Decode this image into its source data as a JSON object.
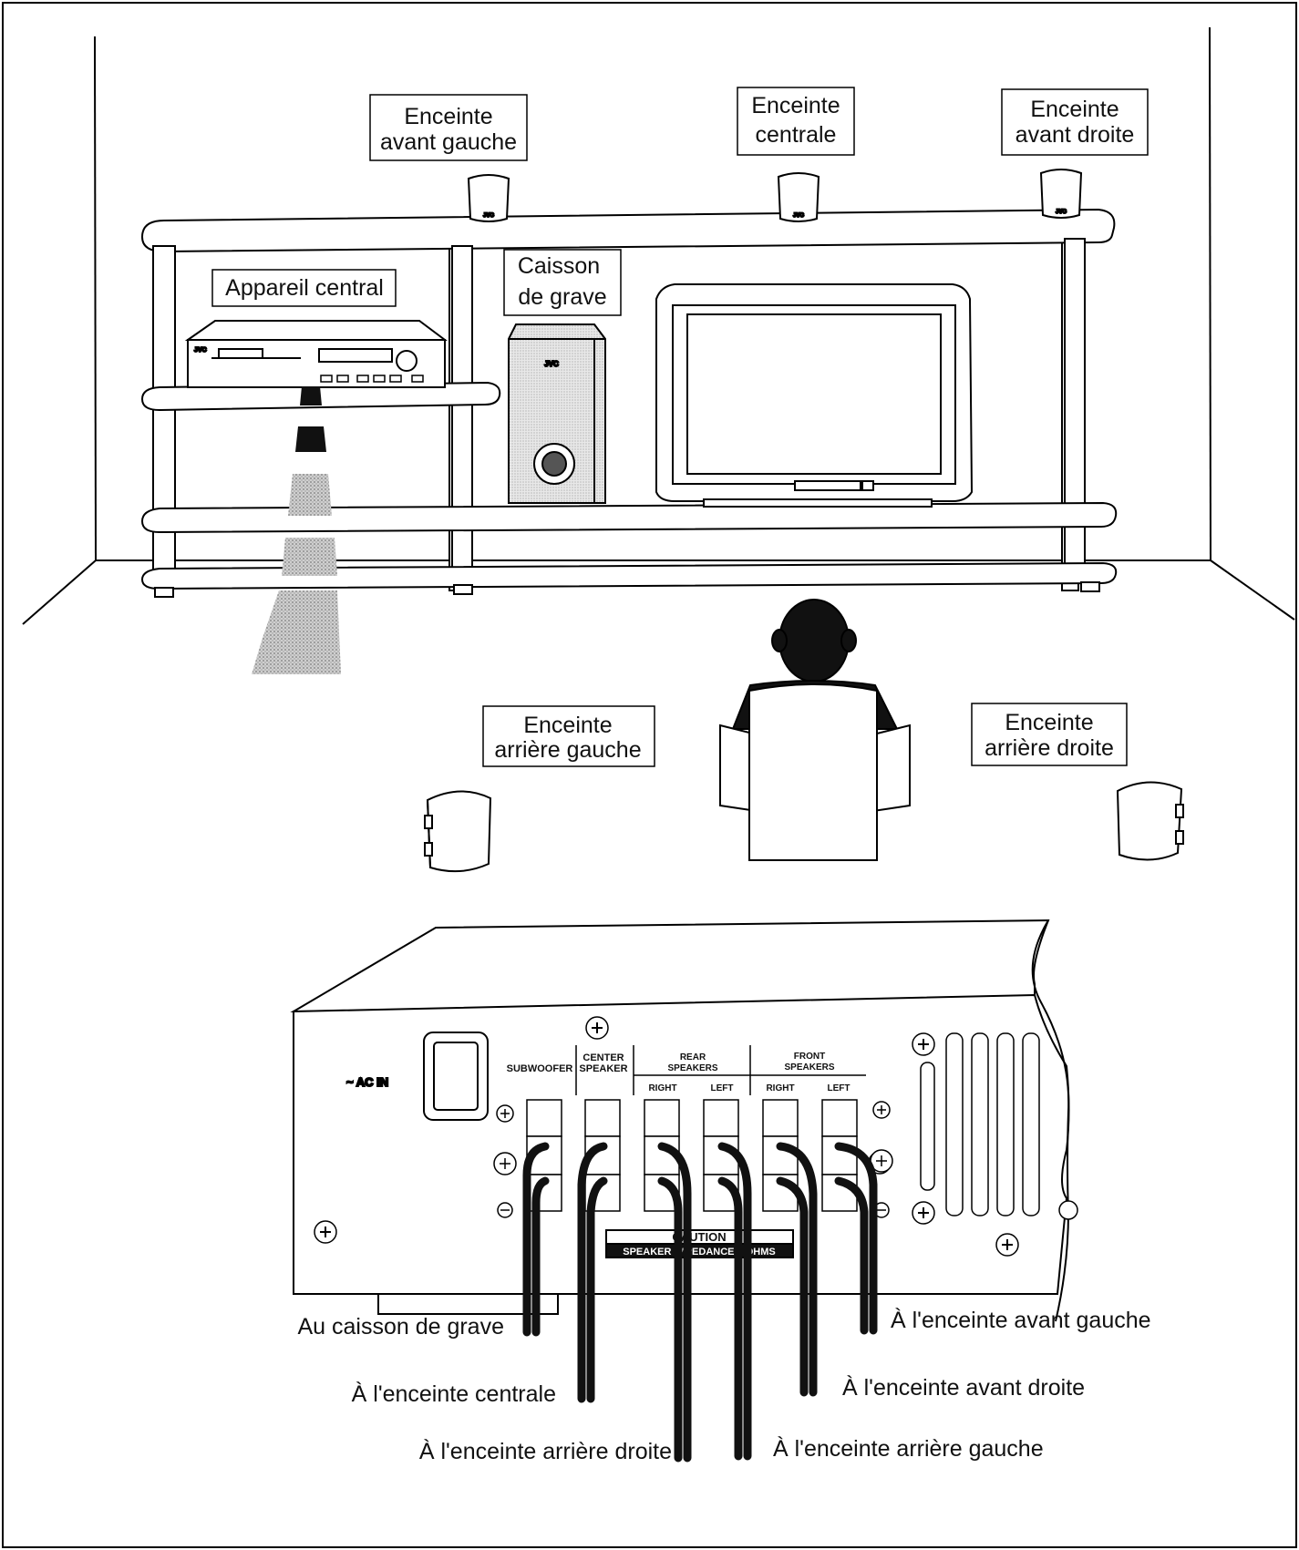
{
  "room_labels": {
    "front_left": [
      "Enceinte",
      "avant gauche"
    ],
    "center": [
      "Enceinte",
      "centrale"
    ],
    "front_right": [
      "Enceinte",
      "avant droite"
    ],
    "main_unit": "Appareil central",
    "subwoofer": [
      "Caisson",
      "de grave"
    ],
    "rear_left": [
      "Enceinte",
      "arrière gauche"
    ],
    "rear_right": [
      "Enceinte",
      "arrière droite"
    ]
  },
  "device_marks": {
    "brand": "JVC"
  },
  "rear_panel": {
    "ac_in": "~ AC IN",
    "subwoofer": "SUBWOOFER",
    "center_speaker": [
      "CENTER",
      "SPEAKER"
    ],
    "rear_speakers": [
      "REAR",
      "SPEAKERS"
    ],
    "front_speakers": [
      "FRONT",
      "SPEAKERS"
    ],
    "right": "RIGHT",
    "left": "LEFT",
    "caution": "CAUTION",
    "impedance": "SPEAKER IMPEDANCE 6 OHMS"
  },
  "wire_labels": {
    "subwoofer": "Au caisson de grave",
    "center": "À l'enceinte centrale",
    "rear_right": "À l'enceinte arrière droite",
    "rear_left": "À l'enceinte arrière gauche",
    "front_right": "À l'enceinte avant droite",
    "front_left": "À l'enceinte avant gauche"
  }
}
